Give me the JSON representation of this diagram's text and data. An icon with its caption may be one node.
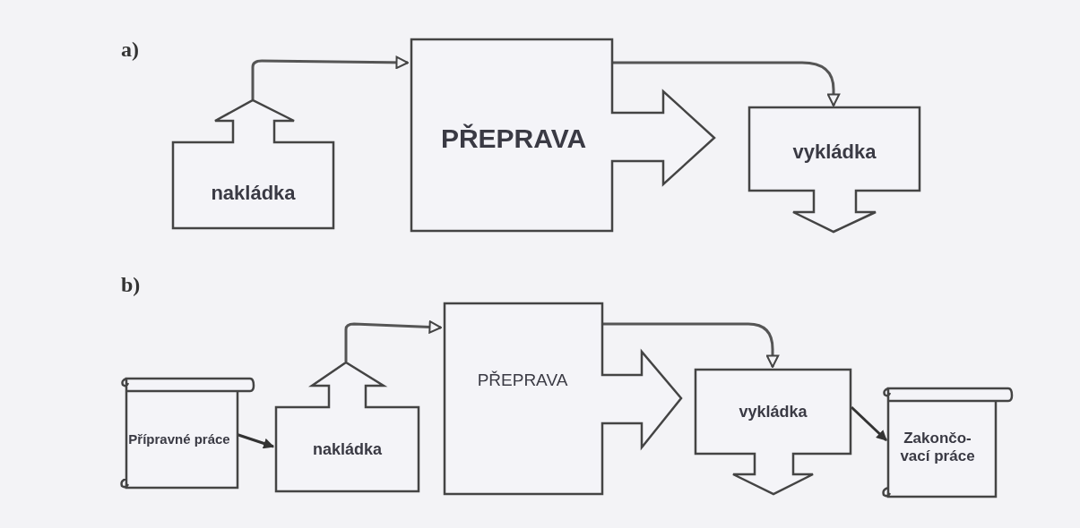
{
  "diagram": {
    "nodes": [
      {
        "text": [
          "nakládka"
        ]
      },
      {
        "text": [
          "PŘEPRAVA"
        ]
      },
      {
        "text": [
          "vykládka"
        ]
      },
      {
        "text": [
          "Přípravné práce"
        ]
      },
      {
        "text": [
          "nakládka"
        ]
      },
      {
        "text": [
          "PŘEPRAVA"
        ]
      },
      {
        "text": [
          "vykládka"
        ]
      },
      {
        "text": [
          "Zakončo- vací práce"
        ]
      }
    ],
    "edges": [
      {
        "from": 0,
        "to": 1,
        "arrow": "to"
      },
      {
        "from": 1,
        "to": 2,
        "arrow": "to"
      },
      {
        "from": 3,
        "to": 4,
        "arrow": "to"
      },
      {
        "from": 4,
        "to": 5,
        "arrow": "to"
      },
      {
        "from": 5,
        "to": 6,
        "arrow": "to"
      },
      {
        "from": 6,
        "to": 7,
        "arrow": "to"
      }
    ],
    "labels": [
      "a)",
      "b)"
    ]
  }
}
